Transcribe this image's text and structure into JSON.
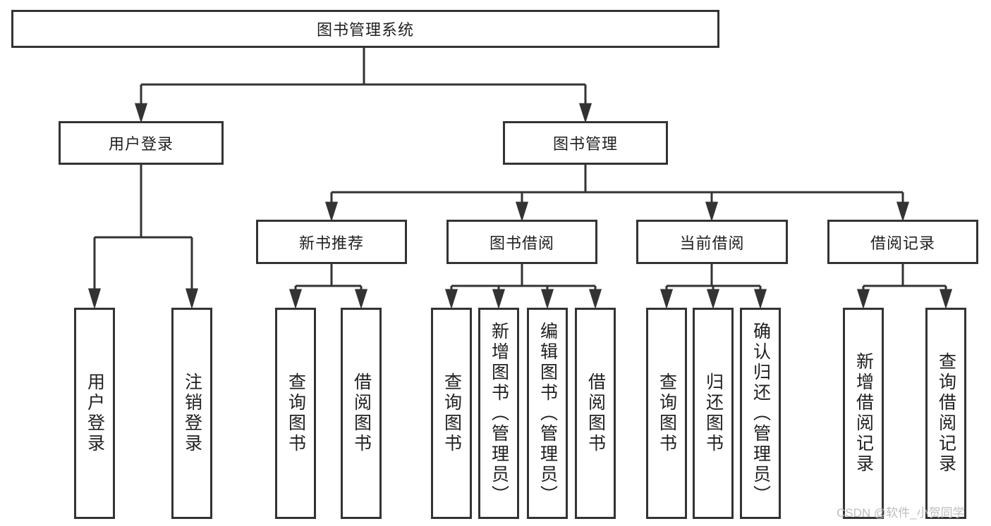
{
  "diagram": {
    "root": {
      "label": "图书管理系统"
    },
    "branches": [
      {
        "label": "用户登录",
        "children": [
          {
            "label": "用户登录"
          },
          {
            "label": "注销登录"
          }
        ]
      },
      {
        "label": "图书管理",
        "children": [
          {
            "label": "新书推荐",
            "children": [
              {
                "label": "查询图书"
              },
              {
                "label": "借阅图书"
              }
            ]
          },
          {
            "label": "图书借阅",
            "children": [
              {
                "label": "查询图书"
              },
              {
                "label": "新增图书（管理员）"
              },
              {
                "label": "编辑图书（管理员）"
              },
              {
                "label": "借阅图书"
              }
            ]
          },
          {
            "label": "当前借阅",
            "children": [
              {
                "label": "查询图书"
              },
              {
                "label": "归还图书"
              },
              {
                "label": "确认归还（管理员）"
              }
            ]
          },
          {
            "label": "借阅记录",
            "children": [
              {
                "label": "新增借阅记录"
              },
              {
                "label": "查询借阅记录"
              }
            ]
          }
        ]
      }
    ]
  },
  "watermark": {
    "text": "CSDN @软件_小贺同学"
  },
  "colors": {
    "line": "#333333",
    "box_border": "#333333",
    "text": "#1f1f1f",
    "watermark_text": "#bdbdbd",
    "background": "#ffffff"
  }
}
